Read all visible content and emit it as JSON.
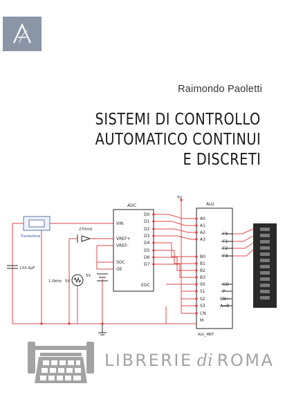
{
  "book": {
    "author": "Raimondo Paoletti",
    "title_lines": [
      "SISTEMI DI CONTROLLO",
      "AUTOMATICO CONTINUI",
      "E DISCRETI"
    ]
  },
  "circuit": {
    "adc_label": "ADC",
    "alu_label": "ALU",
    "alu_part": "ALU_4BIT",
    "supply": "5V",
    "transducer": "Trasduttore",
    "capacitor": "133.4µF",
    "voltage_ref": "270mV",
    "clock": "1.0kHz",
    "clock_v": "5V",
    "battery": "5V",
    "adc_inputs": [
      "VIN",
      "VREF+",
      "VREF-",
      "SOC",
      "OE"
    ],
    "adc_outputs": [
      "D0",
      "D1",
      "D2",
      "D3",
      "D4",
      "D5",
      "D6",
      "D7",
      "EOC"
    ],
    "alu_inputs": [
      "A0",
      "A1",
      "A2",
      "A3",
      "B0",
      "B1",
      "B2",
      "B3",
      "S0",
      "S1",
      "S2",
      "S3",
      "CN",
      "M"
    ],
    "alu_outputs": [
      "F0",
      "F1",
      "F2",
      "F3",
      "CO",
      "P",
      "CN+",
      "A=B"
    ]
  },
  "watermark": {
    "text_left": "LIBRERIE",
    "text_di": "di",
    "text_right": "ROMA",
    "icon": "typewriter-icon"
  },
  "colors": {
    "wire": "#e0454a",
    "ink": "#222222",
    "logo_bg": "#8a95a6",
    "watermark": "#a3a3a3",
    "bargraph": "#2a2a2a"
  }
}
